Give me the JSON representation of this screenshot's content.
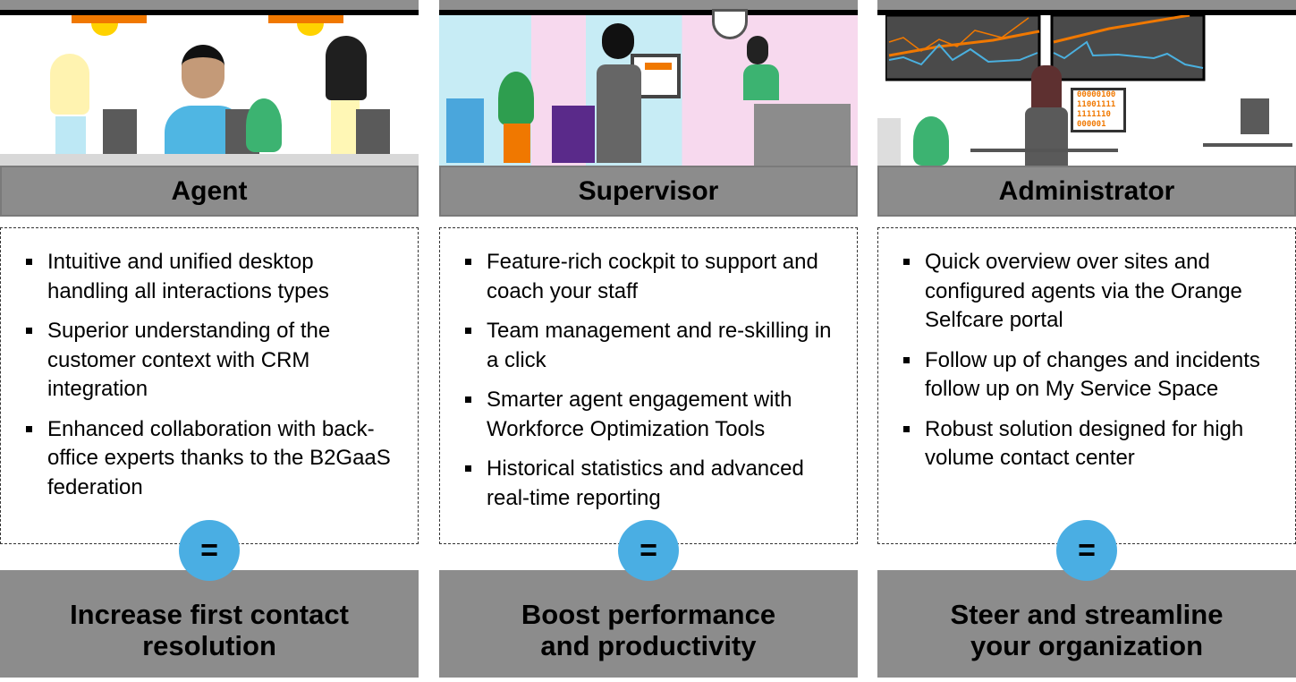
{
  "columns": [
    {
      "role": "Agent",
      "bullets": [
        "Intuitive and unified desktop handling all interactions types",
        "Superior understanding of the customer context with CRM integration",
        "Enhanced collaboration with back-office experts thanks to the B2GaaS federation"
      ],
      "equals": "=",
      "outcome_line1": "Increase first contact",
      "outcome_line2": "resolution"
    },
    {
      "role": "Supervisor",
      "bullets": [
        "Feature-rich cockpit to support and coach your staff",
        "Team management and re-skilling in a click",
        "Smarter agent engagement with Workforce Optimization Tools",
        "Historical statistics and advanced real-time reporting"
      ],
      "equals": "=",
      "outcome_line1": "Boost performance",
      "outcome_line2": "and productivity"
    },
    {
      "role": "Administrator",
      "bullets": [
        "Quick overview over sites and configured agents via the Orange Selfcare portal",
        "Follow up of changes and incidents follow up on My Service Space",
        "Robust solution designed for high volume contact center"
      ],
      "equals": "=",
      "outcome_line1": "Steer and streamline",
      "outcome_line2": "your organization"
    }
  ],
  "illustration_text": {
    "binary": [
      "00000100",
      "11001111",
      "1111110",
      "000001"
    ]
  },
  "colors": {
    "gray_band": "#8c8c8c",
    "equals_circle": "#4aaee3",
    "accent_orange": "#f07800",
    "plant_green": "#3cb371"
  }
}
